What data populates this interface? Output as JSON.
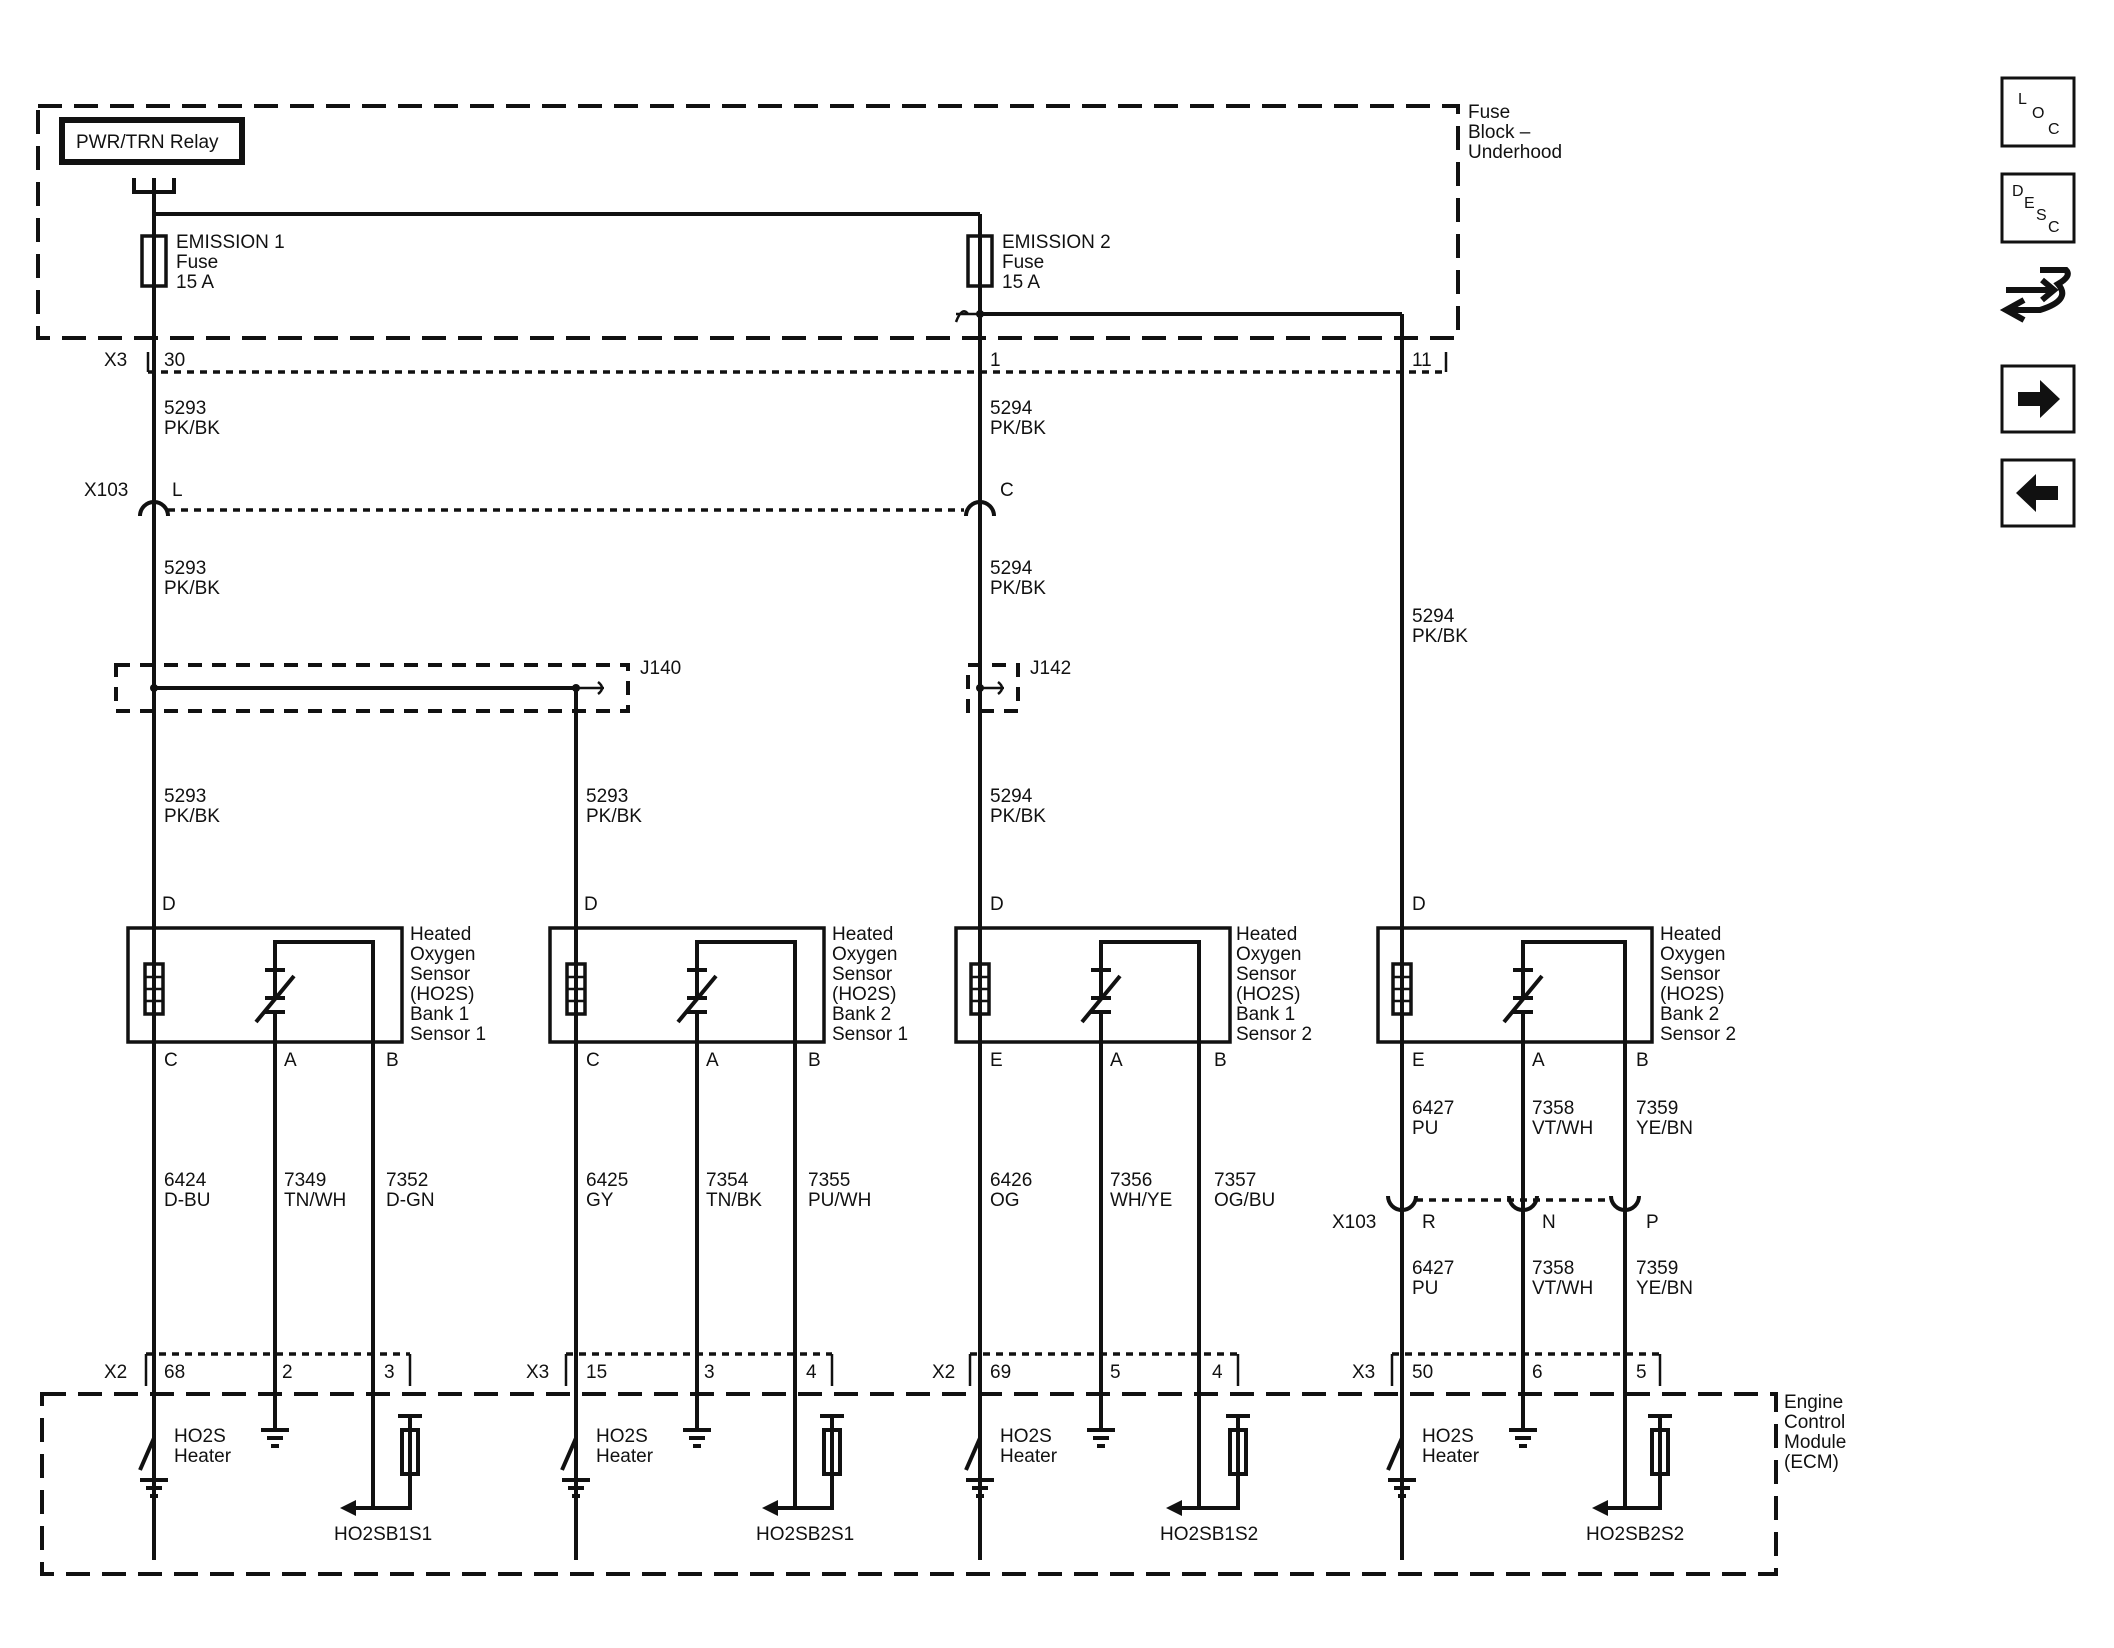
{
  "fuse_block": {
    "relay_label": "PWR/TRN Relay",
    "block_label": [
      "Fuse",
      "Block –",
      "Underhood"
    ],
    "fuse1": [
      "EMISSION 1",
      "Fuse",
      "15 A"
    ],
    "fuse2": [
      "EMISSION 2",
      "Fuse",
      "15 A"
    ],
    "connector": "X3",
    "pins": [
      "30",
      "1",
      "11"
    ]
  },
  "connector_x103": {
    "name": "X103",
    "upper_pins": [
      "L",
      "C"
    ],
    "lower_pins": [
      "R",
      "N",
      "P"
    ]
  },
  "splices": [
    "J140",
    "J142"
  ],
  "upper_wires": {
    "a": [
      "5293",
      "PK/BK"
    ],
    "b": [
      "5294",
      "PK/BK"
    ],
    "c": [
      "5294",
      "PK/BK"
    ]
  },
  "sensors": [
    {
      "title": [
        "Heated",
        "Oxygen",
        "Sensor",
        "(HO2S)",
        "Bank 1",
        "Sensor 1"
      ],
      "top_pin": "D",
      "bottom_pins": [
        "C",
        "A",
        "B"
      ],
      "supply_wire": [
        "5293",
        "PK/BK"
      ],
      "wires": [
        [
          "6424",
          "D-BU"
        ],
        [
          "7349",
          "TN/WH"
        ],
        [
          "7352",
          "D-GN"
        ]
      ],
      "ecm_connector": "X2",
      "ecm_pins": [
        "68",
        "2",
        "3"
      ],
      "signal": "HO2SB1S1"
    },
    {
      "title": [
        "Heated",
        "Oxygen",
        "Sensor",
        "(HO2S)",
        "Bank 2",
        "Sensor 1"
      ],
      "top_pin": "D",
      "bottom_pins": [
        "C",
        "A",
        "B"
      ],
      "supply_wire": [
        "5293",
        "PK/BK"
      ],
      "wires": [
        [
          "6425",
          "GY"
        ],
        [
          "7354",
          "TN/BK"
        ],
        [
          "7355",
          "PU/WH"
        ]
      ],
      "ecm_connector": "X3",
      "ecm_pins": [
        "15",
        "3",
        "4"
      ],
      "signal": "HO2SB2S1"
    },
    {
      "title": [
        "Heated",
        "Oxygen",
        "Sensor",
        "(HO2S)",
        "Bank 1",
        "Sensor 2"
      ],
      "top_pin": "D",
      "bottom_pins": [
        "E",
        "A",
        "B"
      ],
      "supply_wire": [
        "5294",
        "PK/BK"
      ],
      "wires": [
        [
          "6426",
          "OG"
        ],
        [
          "7356",
          "WH/YE"
        ],
        [
          "7357",
          "OG/BU"
        ]
      ],
      "ecm_connector": "X2",
      "ecm_pins": [
        "69",
        "5",
        "4"
      ],
      "signal": "HO2SB1S2"
    },
    {
      "title": [
        "Heated",
        "Oxygen",
        "Sensor",
        "(HO2S)",
        "Bank 2",
        "Sensor 2"
      ],
      "top_pin": "D",
      "bottom_pins": [
        "E",
        "A",
        "B"
      ],
      "supply_wire": [
        "5294",
        "PK/BK"
      ],
      "wires": [
        [
          "6427",
          "PU"
        ],
        [
          "7358",
          "VT/WH"
        ],
        [
          "7359",
          "YE/BN"
        ]
      ],
      "ecm_connector": "X3",
      "ecm_pins": [
        "50",
        "6",
        "5"
      ],
      "signal": "HO2SB2S2"
    }
  ],
  "ecm": {
    "label": [
      "Engine",
      "Control",
      "Module",
      "(ECM)"
    ],
    "heater_label": [
      "HO2S",
      "Heater"
    ]
  },
  "nav": {
    "loc": [
      "L",
      "O",
      "C"
    ],
    "desc": [
      "D",
      "E",
      "S",
      "C"
    ]
  }
}
